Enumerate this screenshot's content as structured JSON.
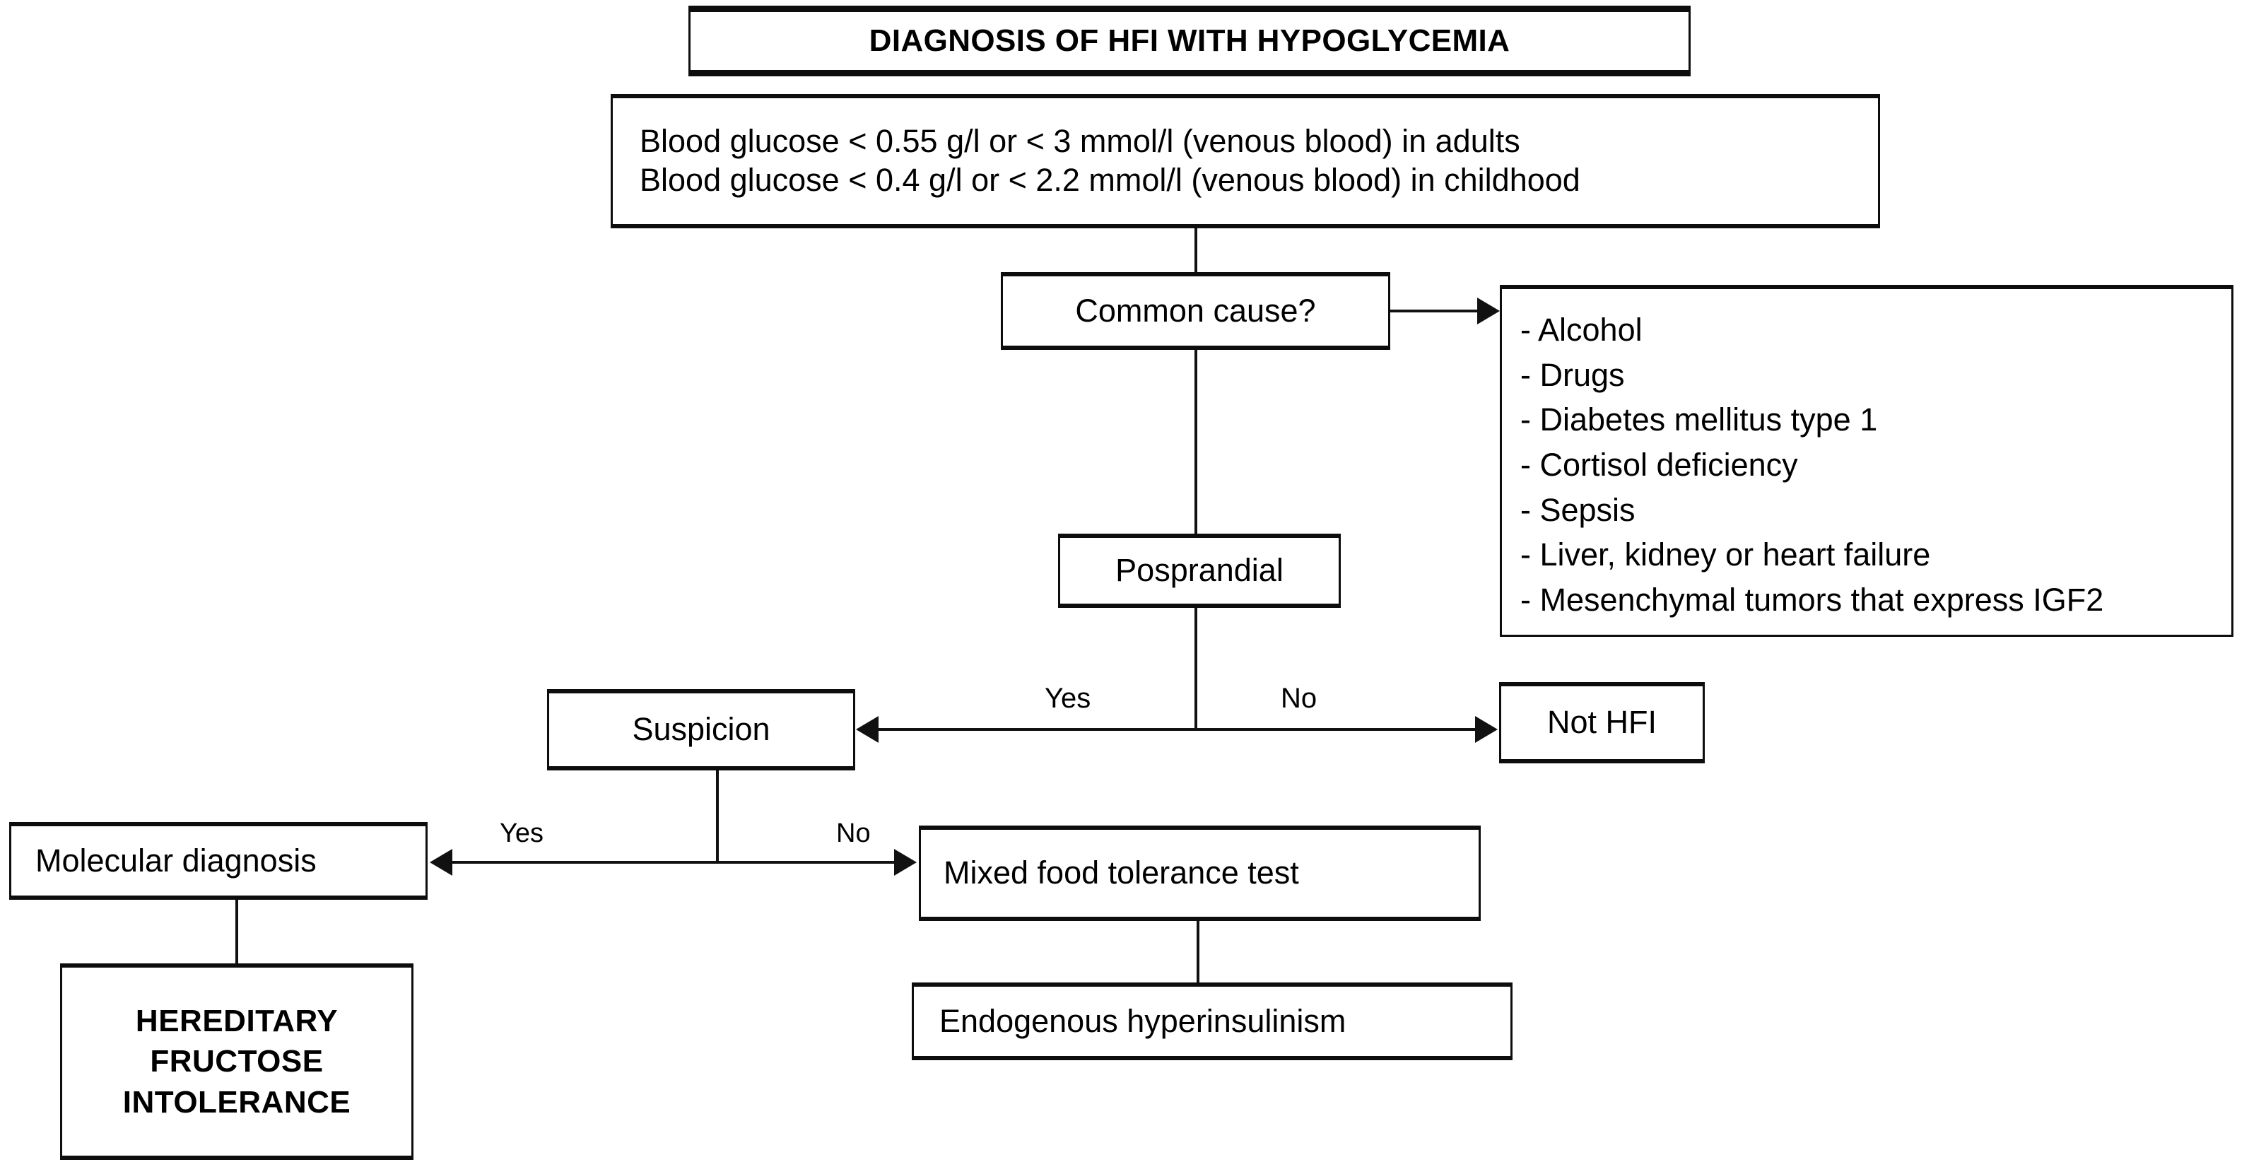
{
  "diagram": {
    "type": "flowchart",
    "title": "DIAGNOSIS OF HFI WITH HYPOGLYCEMIA",
    "criteria": "Blood glucose < 0.55 g/l or < 3 mmol/l (venous blood) in adults\nBlood glucose < 0.4 g/l or < 2.2 mmol/l (venous blood) in childhood",
    "nodes": {
      "common_cause": "Common cause?",
      "posprandial": "Posprandial",
      "suspicion": "Suspicion",
      "not_hfi": "Not HFI",
      "molecular_diagnosis": "Molecular diagnosis",
      "mixed_food_test": "Mixed food tolerance test",
      "endogenous_hyperinsulinism": "Endogenous hyperinsulinism",
      "final_diagnosis": "HEREDITARY\nFRUCTOSE\nINTOLERANCE"
    },
    "causes": {
      "items": [
        "- Alcohol",
        "- Drugs",
        "- Diabetes mellitus type 1",
        "- Cortisol deficiency",
        "- Sepsis",
        "- Liver, kidney or heart failure",
        "- Mesenchymal tumors that express IGF2"
      ]
    },
    "edge_labels": {
      "posprandial_yes": "Yes",
      "posprandial_no": "No",
      "suspicion_yes": "Yes",
      "suspicion_no": "No"
    },
    "colors": {
      "stroke": "#0d0d0d",
      "background": "#ffffff",
      "text": "#000000"
    }
  }
}
